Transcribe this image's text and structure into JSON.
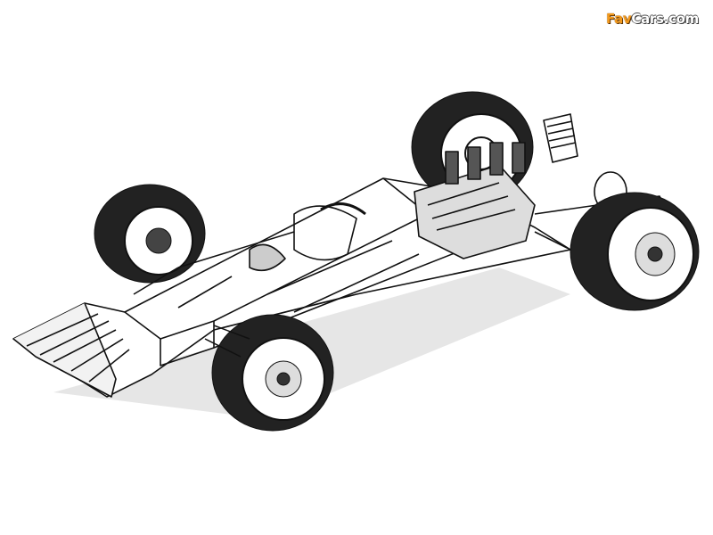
{
  "watermark": {
    "brand_accent": "Fav",
    "brand_rest": "Cars.com",
    "accent_color": "#f39a1e"
  },
  "illustration": {
    "subject": "formula-race-car-cutaway",
    "icon": "race-car-cutaway-drawing"
  }
}
